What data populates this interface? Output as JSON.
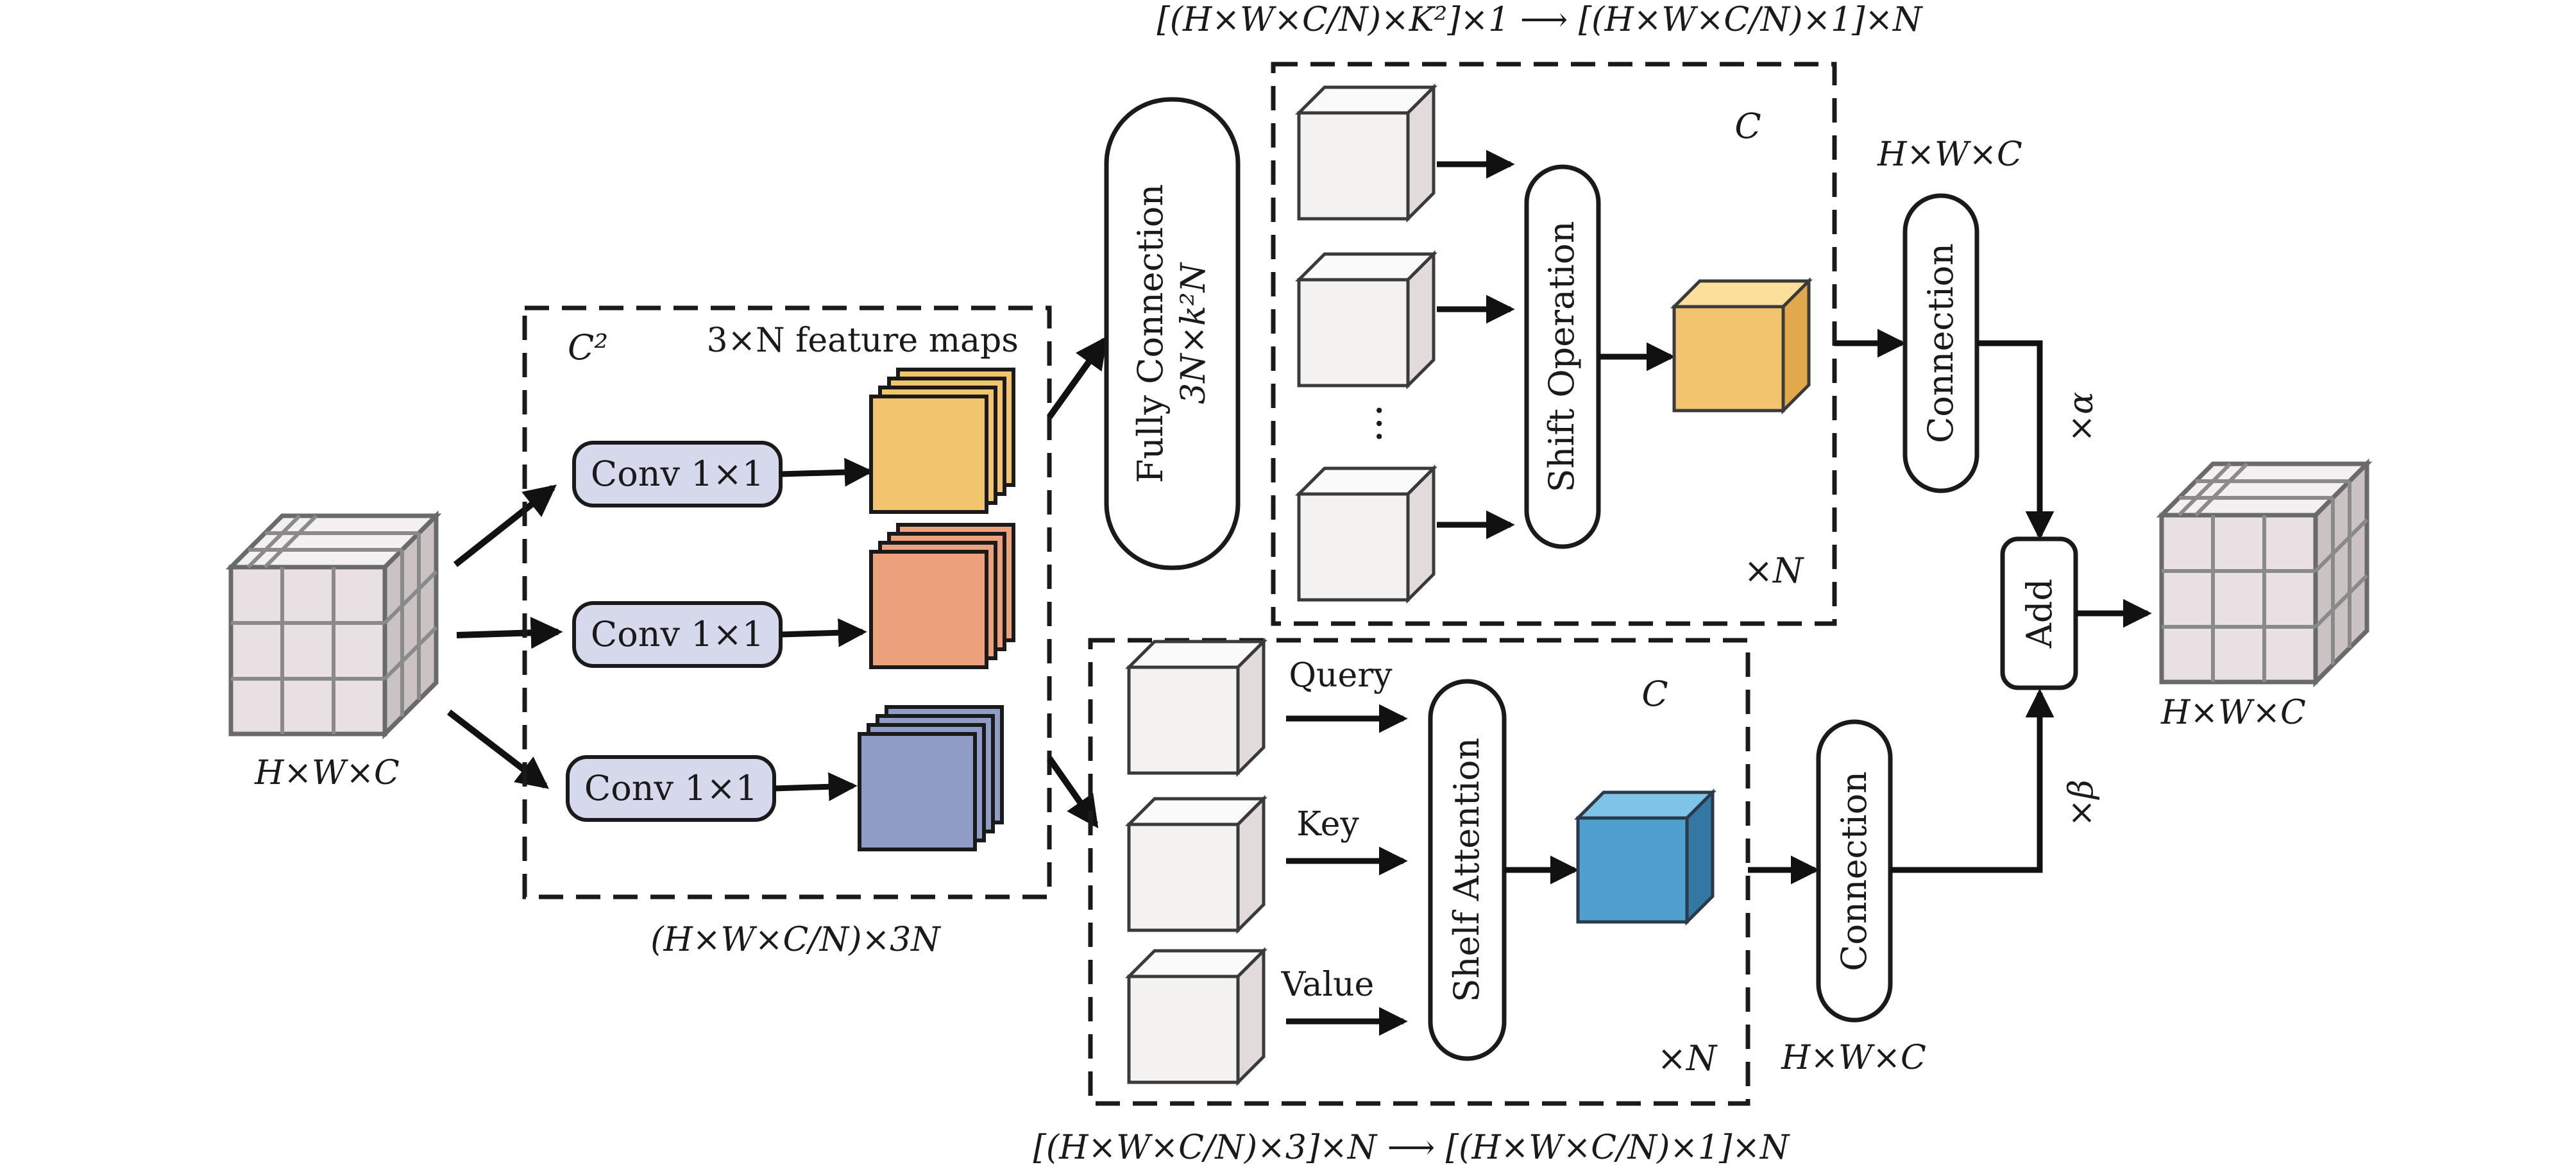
{
  "input": {
    "label": "H×W×C"
  },
  "conv_block": {
    "corner_label": "C²",
    "feature_maps_label": "3×N feature maps",
    "conv_labels": [
      "Conv 1×1",
      "Conv 1×1",
      "Conv 1×1"
    ],
    "output_label": "(H×W×C/N)×3N"
  },
  "fully_connection": {
    "label": "Fully Connection",
    "sublabel": "3N×k²N"
  },
  "shift_branch": {
    "top_formula": "[(H×W×C/N)×K²]×1 ⟶ [(H×W×C/N)×1]×N",
    "corner_label": "C",
    "dots": "···",
    "operation_label": "Shift Operation",
    "repeat_label": "×N"
  },
  "attention_branch": {
    "bottom_formula": "[(H×W×C/N)×3]×N ⟶ [(H×W×C/N)×1]×N",
    "corner_label": "C",
    "qkv": [
      "Query",
      "Key",
      "Value"
    ],
    "operation_label": "Shelf Attention",
    "repeat_label": "×N"
  },
  "connection_top": {
    "label": "Connection",
    "dim_label": "H×W×C",
    "weight_label": "×α"
  },
  "connection_bottom": {
    "label": "Connection",
    "dim_label": "H×W×C",
    "weight_label": "×β"
  },
  "add": {
    "label": "Add"
  },
  "output": {
    "label": "H×W×C"
  },
  "colors": {
    "conv_fill": "#d6d8ec",
    "yellow_map": "#f3c46e",
    "orange_map": "#eca07c",
    "blue_map": "#8f9cc6",
    "shift_cube": "#f3c46e",
    "attention_cube": "#4f9fcf",
    "grid_cube": "#e8e0e2"
  }
}
